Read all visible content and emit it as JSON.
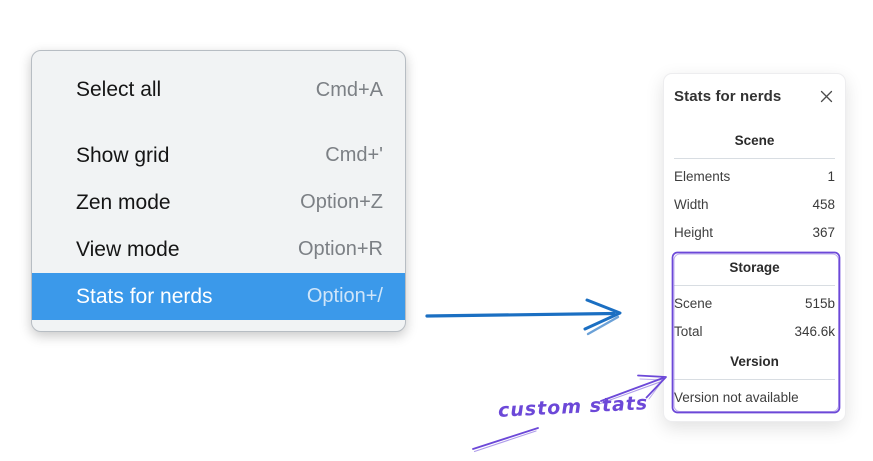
{
  "context_menu": {
    "items": [
      {
        "label": "Select all",
        "shortcut": "Cmd+A",
        "highlighted": false
      },
      {
        "label": "Show grid",
        "shortcut": "Cmd+'",
        "highlighted": false
      },
      {
        "label": "Zen mode",
        "shortcut": "Option+Z",
        "highlighted": false
      },
      {
        "label": "View mode",
        "shortcut": "Option+R",
        "highlighted": false
      },
      {
        "label": "Stats for nerds",
        "shortcut": "Option+/",
        "highlighted": true
      }
    ]
  },
  "stats_panel": {
    "title": "Stats for nerds",
    "close_icon": "x-icon",
    "sections": [
      {
        "heading": "Scene",
        "rows": [
          {
            "label": "Elements",
            "value": "1"
          },
          {
            "label": "Width",
            "value": "458"
          },
          {
            "label": "Height",
            "value": "367"
          }
        ]
      },
      {
        "heading": "Storage",
        "rows": [
          {
            "label": "Scene",
            "value": "515b"
          },
          {
            "label": "Total",
            "value": "346.6k"
          }
        ]
      },
      {
        "heading": "Version",
        "rows": [],
        "note": "Version not available"
      }
    ]
  },
  "annotations": {
    "custom_stats_label": "custom stats"
  },
  "colors": {
    "menu_highlight": "#3b99ea",
    "arrow_blue": "#1b6fc2",
    "annotation_purple": "#6c48d8"
  }
}
